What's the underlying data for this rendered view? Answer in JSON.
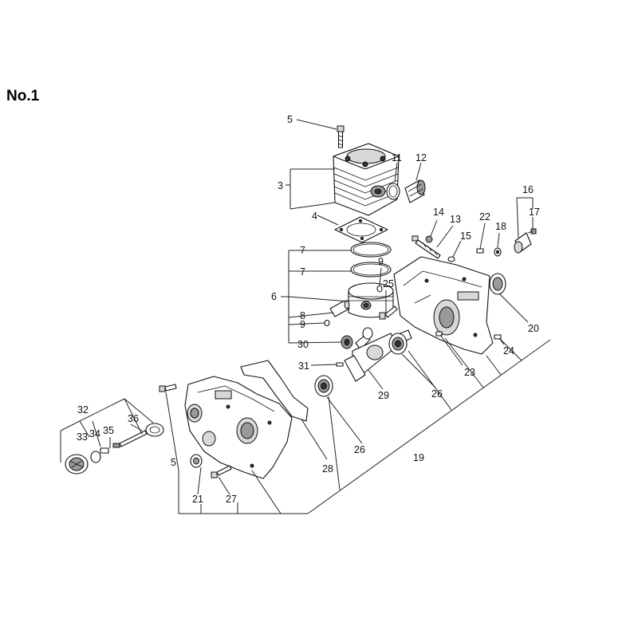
{
  "page": {
    "title": "No.1"
  },
  "callouts": {
    "c1": "5",
    "c2": "11",
    "c3": "12",
    "c4": "3",
    "c5": "4",
    "c6": "16",
    "c7": "14",
    "c8": "13",
    "c9": "22",
    "c10": "17",
    "c11": "18",
    "c12": "15",
    "c13": "7",
    "c14": "7",
    "c15": "9",
    "c16": "6",
    "c17": "25",
    "c18": "8",
    "c19": "9",
    "c20": "30",
    "c21": "20",
    "c22": "24",
    "c23": "31",
    "c24": "23",
    "c25": "29",
    "c26": "26",
    "c27": "32",
    "c28": "36",
    "c29": "33",
    "c30": "34",
    "c31": "35",
    "c32": "26",
    "c33": "19",
    "c34": "5",
    "c35": "28",
    "c36": "21",
    "c37": "27"
  }
}
